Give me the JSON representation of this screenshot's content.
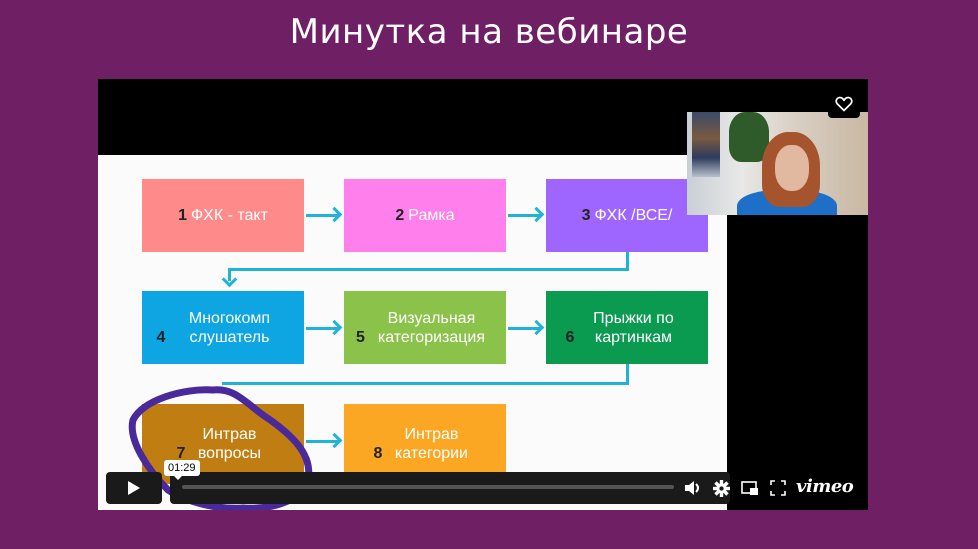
{
  "page": {
    "title": "Минутка на вебинаре"
  },
  "colors": {
    "background": "#6f1f63",
    "arrow": "#1fb3d8",
    "annotation": "#4a2a9a"
  },
  "slide": {
    "boxes": [
      {
        "num": "1",
        "label": "ФХК - такт",
        "color": "#ff8a8a"
      },
      {
        "num": "2",
        "label": "Рамка",
        "color": "#ff80ec"
      },
      {
        "num": "3",
        "label": "ФХК /ВСЕ/",
        "color": "#9f66ff"
      },
      {
        "num": "4",
        "label": "Многокомп слушатель",
        "color": "#0ea5e3"
      },
      {
        "num": "5",
        "label": "Визуальная категоризация",
        "color": "#8bc34a"
      },
      {
        "num": "6",
        "label": "Прыжки по картинкам",
        "color": "#0a9b50"
      },
      {
        "num": "7",
        "label": "Интрав вопросы",
        "color": "#c07e12"
      },
      {
        "num": "8",
        "label": "Интрав категории",
        "color": "#fca724"
      }
    ]
  },
  "player": {
    "time_tooltip": "01:29",
    "brand": "vimeo",
    "icons": [
      "play-icon",
      "heart-icon",
      "volume-icon",
      "settings-icon",
      "pip-icon",
      "fullscreen-icon"
    ]
  }
}
